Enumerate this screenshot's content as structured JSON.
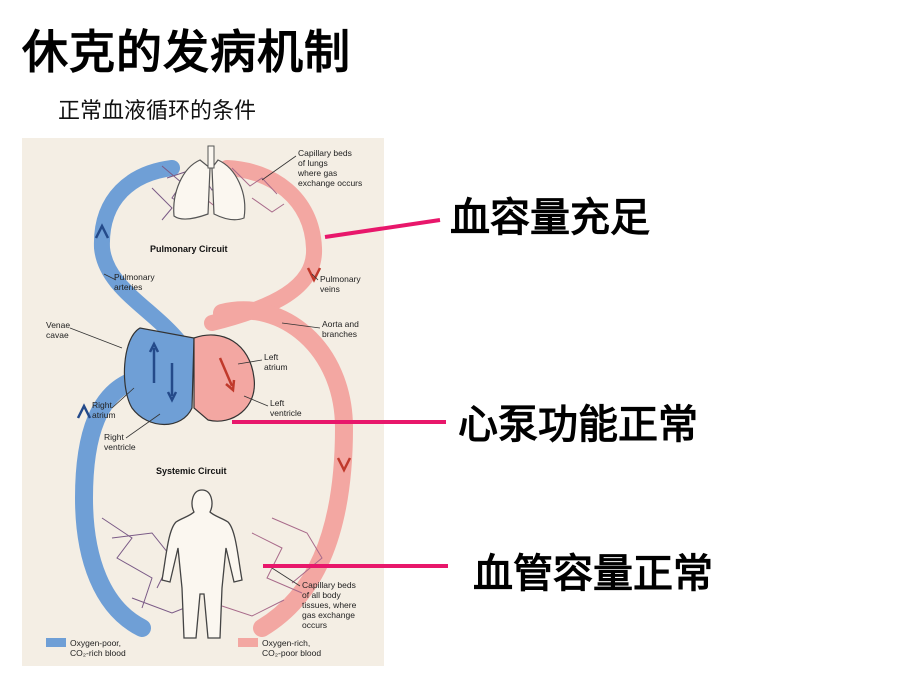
{
  "title": "休克的发病机制",
  "subtitle": "正常血液循环的条件",
  "conditions": [
    "血容量充足",
    "心泵功能正常",
    "血管容量正常"
  ],
  "colors": {
    "pointer": "#e8176b",
    "oxygen_poor": "#6f9fd6",
    "oxygen_rich": "#f3a7a2",
    "paper": "#f4eee4"
  },
  "figure": {
    "circuit_titles": {
      "pulmonary": "Pulmonary Circuit",
      "systemic": "Systemic Circuit"
    },
    "labels": {
      "lung_cap_1": "Capillary beds",
      "lung_cap_2": "of lungs",
      "lung_cap_3": "where gas",
      "lung_cap_4": "exchange occurs",
      "pulm_art_1": "Pulmonary",
      "pulm_art_2": "arteries",
      "pulm_vein_1": "Pulmonary",
      "pulm_vein_2": "veins",
      "aorta_1": "Aorta and",
      "aorta_2": "branches",
      "venae_1": "Venae",
      "venae_2": "cavae",
      "left_atrium_1": "Left",
      "left_atrium_2": "atrium",
      "left_vent_1": "Left",
      "left_vent_2": "ventricle",
      "right_atrium_1": "Right",
      "right_atrium_2": "atrium",
      "right_vent_1": "Right",
      "right_vent_2": "ventricle",
      "body_cap_1": "Capillary beds",
      "body_cap_2": "of all body",
      "body_cap_3": "tissues, where",
      "body_cap_4": "gas exchange",
      "body_cap_5": "occurs"
    },
    "legend": {
      "poor_1": "Oxygen-poor,",
      "poor_2": "CO₂-rich blood",
      "rich_1": "Oxygen-rich,",
      "rich_2": "CO₂-poor blood"
    }
  }
}
